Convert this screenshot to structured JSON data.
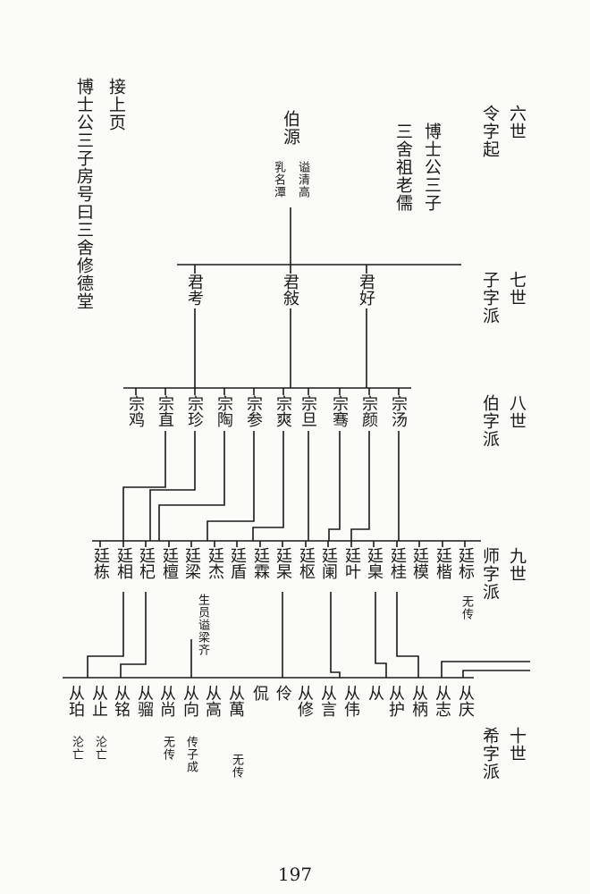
{
  "note": {
    "continue": "接上页",
    "house": "博士公三子房号曰三舍修德堂"
  },
  "generations": {
    "g6": {
      "num": "六世",
      "label": "令字起"
    },
    "g7": {
      "num": "七世",
      "label": "子字派"
    },
    "g8": {
      "num": "八世",
      "label": "伯字派"
    },
    "g9": {
      "num": "九世",
      "label": "师字派"
    },
    "g10": {
      "num": "十世",
      "label": "希字派"
    }
  },
  "top": {
    "ancestor": "博士公三子",
    "ancestor2": "三舍祖老儒",
    "name": "伯源",
    "note1": "谥清高",
    "note2": "乳名潭"
  },
  "gen7": [
    "君考",
    "君敍",
    "君好"
  ],
  "gen8": [
    "宗鸡",
    "宗直",
    "宗珍",
    "宗陶",
    "宗参",
    "宗爽",
    "宗旦",
    "宗骞",
    "宗颜",
    "宗汤"
  ],
  "gen9": [
    "廷栋",
    "廷相",
    "廷杞",
    "廷檀",
    "廷梁",
    "廷杰",
    "廷盾",
    "廷霖",
    "廷杲",
    "廷枢",
    "廷阑",
    "廷叶",
    "廷臬",
    "廷桂",
    "廷模",
    "廷楷",
    "廷标"
  ],
  "gen9_notes": {
    "liang": "生员谥梁齐",
    "biao": "无传"
  },
  "gen10": [
    "从珀",
    "从止",
    "从铭",
    "从骝",
    "从尚",
    "从向",
    "从高",
    "从萬",
    "侃",
    "伶",
    "从修",
    "从言",
    "从伟",
    "从",
    "从护",
    "从柄",
    "从志",
    "从庆"
  ],
  "gen10_notes": {
    "po": "沦亡",
    "zhi": "沦亡",
    "shang": "无传",
    "xiang": "传子成",
    "wan": "无传"
  },
  "page_number": "197"
}
